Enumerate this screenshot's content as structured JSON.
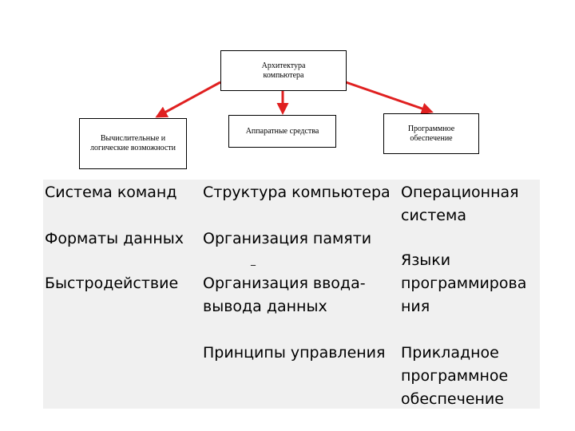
{
  "diagram": {
    "root": "Архитектура компьютера",
    "children": [
      "Вычислительные и логические возможности",
      "Аппаратные средства",
      "Программное обеспечение"
    ],
    "arrow_color": "#e02020"
  },
  "columns": [
    {
      "items": [
        "Система команд",
        "Форматы данных",
        "Быстродействие"
      ]
    },
    {
      "items": [
        "Структура компьютера",
        "Организация памяти",
        "_",
        "Организация ввода-\nвывода данных",
        "Принципы управления"
      ]
    },
    {
      "items": [
        "Операционная\nсистема",
        "Языки\nпрограммирова\nния",
        "Прикладное\nпрограммное\nобеспечение"
      ]
    }
  ]
}
